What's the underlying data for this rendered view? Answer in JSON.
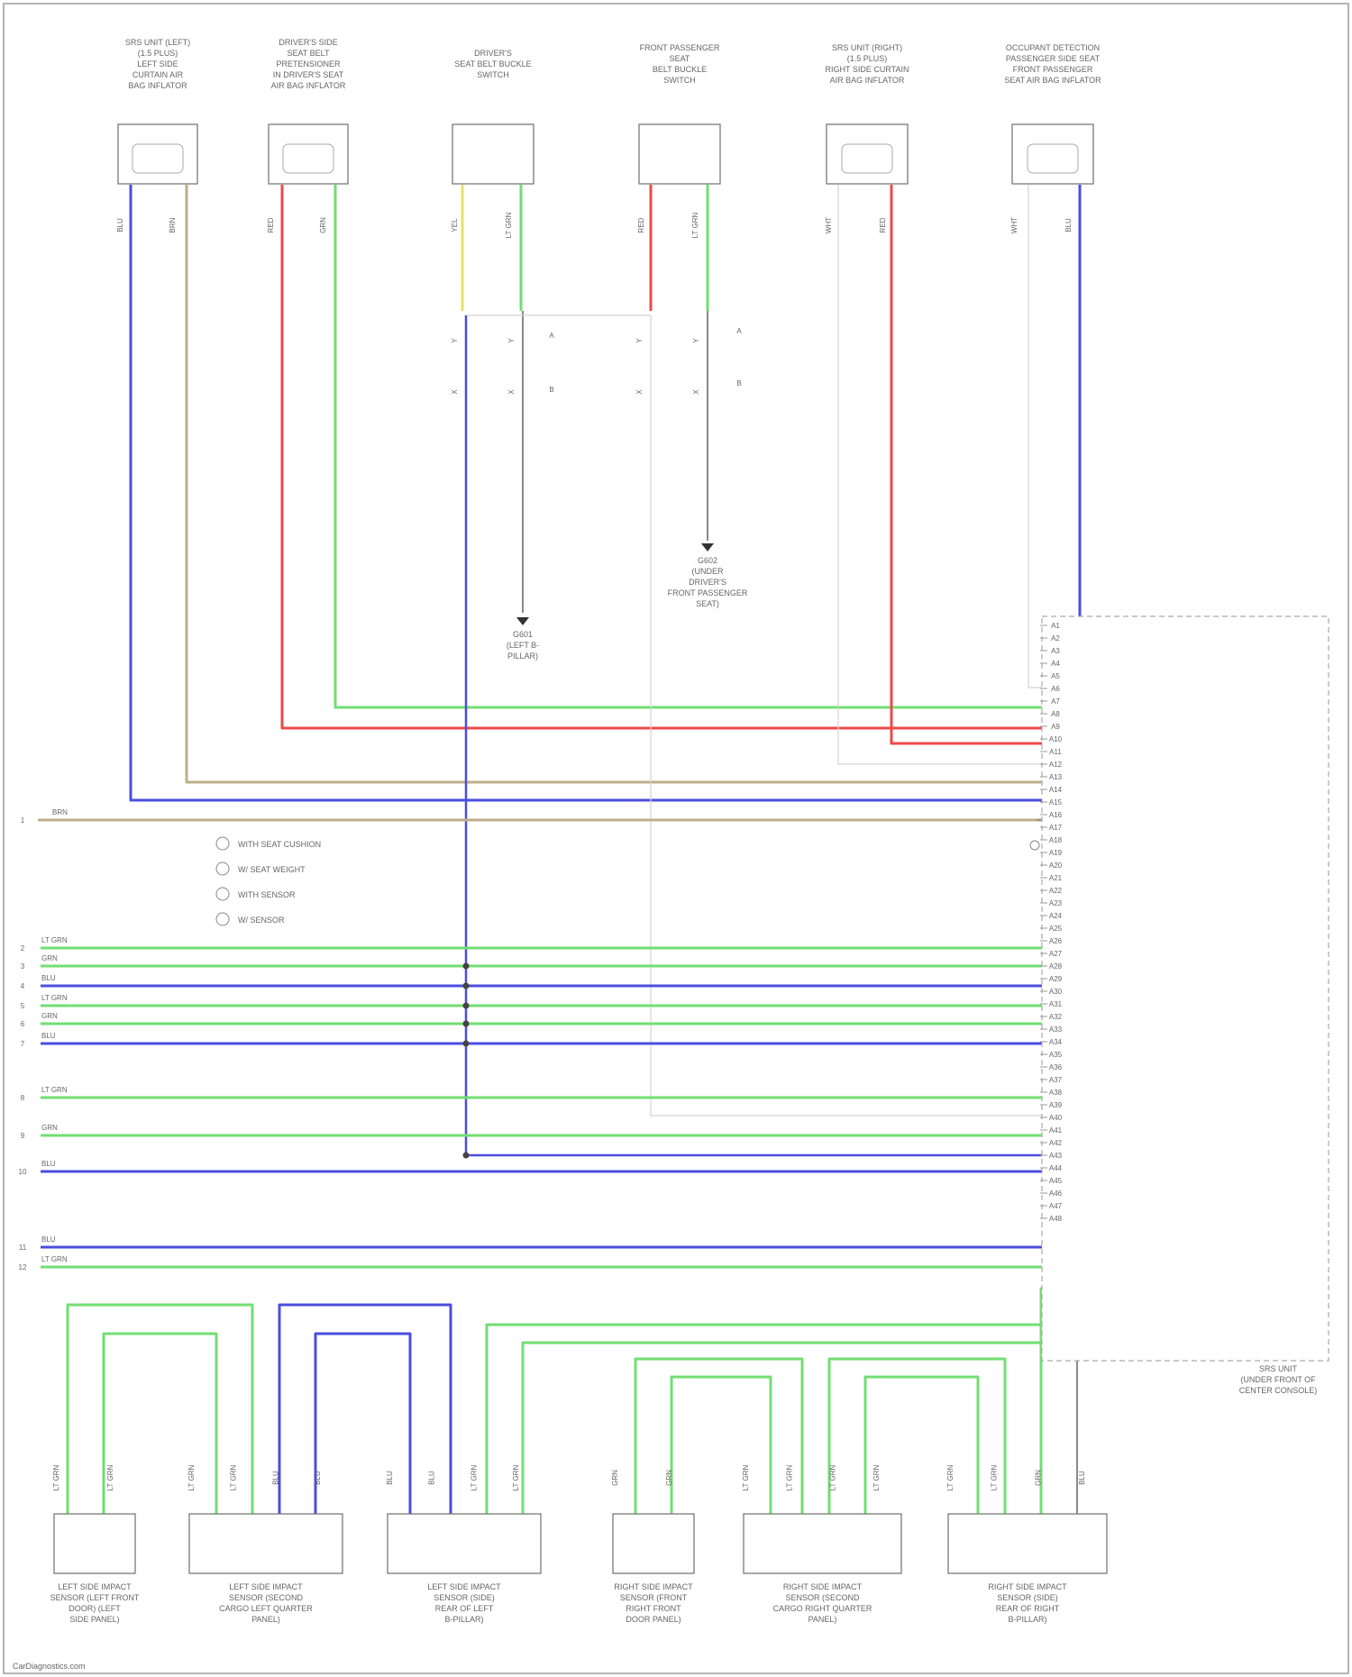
{
  "page": {
    "footer": "CarDiagnostics.com"
  },
  "colors": {
    "blue": "#4b4de0",
    "green": "#72de72",
    "red": "#ec4a4a",
    "tan": "#bfae8a",
    "yellow": "#e9e06a",
    "white": "#e4e4e4",
    "gray": "#8a8a8a",
    "frame": "#7a7a7a",
    "label": "#6a6a6a"
  },
  "top_components": [
    {
      "label": [
        "SRS UNIT (LEFT)",
        "(1.5 PLUS)",
        "LEFT SIDE",
        "CURTAIN AIR",
        "BAG INFLATOR"
      ],
      "pins": [
        "BLU",
        "BRN"
      ]
    },
    {
      "label": [
        "DRIVER'S SIDE",
        "SEAT BELT",
        "PRETENSIONER",
        "IN DRIVER'S SEAT",
        "AIR BAG INFLATOR"
      ],
      "pins": [
        "RED",
        "GRN"
      ]
    },
    {
      "label": [
        "DRIVER'S",
        "SEAT BELT BUCKLE",
        "SWITCH"
      ],
      "pins": [
        "YEL",
        "LT GRN"
      ]
    },
    {
      "label": [
        "FRONT PASSENGER",
        "SEAT",
        "BELT BUCKLE",
        "SWITCH"
      ],
      "pins": [
        "RED",
        "LT GRN"
      ]
    },
    {
      "label": [
        "SRS UNIT (RIGHT)",
        "(1.5 PLUS)",
        "RIGHT SIDE CURTAIN",
        "AIR BAG INFLATOR"
      ],
      "pins": [
        "WHT",
        "RED"
      ]
    },
    {
      "label": [
        "OCCUPANT DETECTION",
        "PASSENGER SIDE SEAT",
        "FRONT PASSENGER",
        "SEAT AIR BAG INFLATOR"
      ],
      "pins": [
        "WHT",
        "BLU"
      ]
    }
  ],
  "grounds": [
    {
      "label": [
        "G601",
        "(LEFT B-",
        "PILLAR)"
      ]
    },
    {
      "label": [
        "G602",
        "(UNDER",
        "DRIVER'S",
        "FRONT PASSENGER",
        "SEAT)"
      ]
    }
  ],
  "srs_unit": {
    "label": [
      "SRS UNIT",
      "(UNDER FRONT OF",
      "CENTER CONSOLE)"
    ],
    "pins": [
      "A1",
      "A2",
      "A3",
      "A4",
      "A5",
      "A6",
      "A7",
      "A8",
      "A9",
      "A10",
      "A11",
      "A12",
      "A13",
      "A14",
      "A15",
      "A16",
      "A17",
      "A18",
      "A19",
      "A20",
      "A21",
      "A22",
      "A23",
      "A24",
      "A25",
      "A26",
      "A27",
      "A28",
      "A29",
      "A30",
      "A31",
      "A32",
      "A33",
      "A34",
      "A35",
      "A36",
      "A37",
      "A38",
      "A39",
      "A40",
      "A41",
      "A42",
      "A43",
      "A44",
      "A45",
      "A46",
      "A47",
      "A48"
    ]
  },
  "legend": [
    "WITH SEAT CUSHION",
    "W/ SEAT WEIGHT",
    "WITH SENSOR",
    "W/ SENSOR"
  ],
  "side_connector": {
    "pins": [
      "1",
      "2",
      "3",
      "4",
      "5",
      "6",
      "7",
      "8",
      "9",
      "10",
      "11",
      "12"
    ],
    "wires": [
      "BRN",
      "LT GRN",
      "GRN",
      "BLU",
      "LT GRN",
      "GRN",
      "BLU",
      "LT GRN",
      "GRN",
      "BLU",
      "BLU",
      "LT GRN"
    ]
  },
  "bottom_components": [
    {
      "label": [
        "LEFT SIDE IMPACT",
        "SENSOR (LEFT FRONT",
        "DOOR) (LEFT",
        "SIDE PANEL)"
      ],
      "pins": [
        "LT GRN",
        "LT GRN"
      ]
    },
    {
      "label": [
        "LEFT SIDE IMPACT",
        "SENSOR (SECOND",
        "CARGO LEFT QUARTER",
        "PANEL)"
      ],
      "pins": [
        "LT GRN",
        "LT GRN",
        "BLU",
        "BLU"
      ]
    },
    {
      "label": [
        "LEFT SIDE IMPACT",
        "SENSOR (SIDE)",
        "REAR OF LEFT",
        "B-PILLAR)"
      ],
      "pins": [
        "BLU",
        "BLU",
        "LT GRN",
        "LT GRN"
      ]
    },
    {
      "label": [
        "RIGHT SIDE IMPACT",
        "SENSOR (FRONT",
        "RIGHT FRONT",
        "DOOR PANEL)"
      ],
      "pins": [
        "GRN",
        "GRN"
      ]
    },
    {
      "label": [
        "RIGHT SIDE IMPACT",
        "SENSOR (SECOND",
        "CARGO RIGHT QUARTER",
        "PANEL)"
      ],
      "pins": [
        "LT GRN",
        "LT GRN",
        "LT GRN",
        "LT GRN"
      ]
    },
    {
      "label": [
        "RIGHT SIDE IMPACT",
        "SENSOR (SIDE)",
        "REAR OF RIGHT",
        "B-PILLAR)"
      ],
      "pins": [
        "LT GRN",
        "LT GRN",
        "GRN",
        "BLU"
      ]
    }
  ]
}
